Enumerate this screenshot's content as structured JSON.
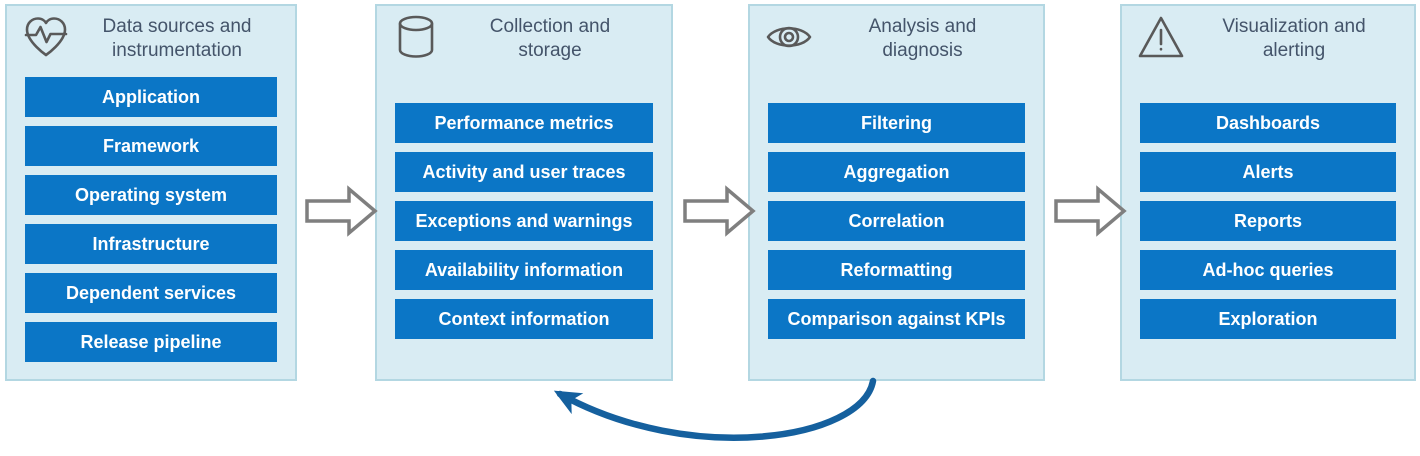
{
  "diagram": {
    "columns": [
      {
        "id": "data-sources",
        "icon": "heart-pulse-icon",
        "title_line1": "Data sources and",
        "title_line2": "instrumentation",
        "items": [
          "Application",
          "Framework",
          "Operating system",
          "Infrastructure",
          "Dependent services",
          "Release pipeline"
        ]
      },
      {
        "id": "collection-storage",
        "icon": "database-icon",
        "title_line1": "Collection and",
        "title_line2": "storage",
        "items": [
          "Performance metrics",
          "Activity and user traces",
          "Exceptions and warnings",
          "Availability information",
          "Context information"
        ]
      },
      {
        "id": "analysis-diagnosis",
        "icon": "eye-icon",
        "title_line1": "Analysis and",
        "title_line2": "diagnosis",
        "items": [
          "Filtering",
          "Aggregation",
          "Correlation",
          "Reformatting",
          "Comparison against KPIs"
        ]
      },
      {
        "id": "visualization-alerting",
        "icon": "warning-triangle-icon",
        "title_line1": "Visualization and",
        "title_line2": "alerting",
        "items": [
          "Dashboards",
          "Alerts",
          "Reports",
          "Ad-hoc queries",
          "Exploration"
        ]
      }
    ],
    "connectors": {
      "flow_arrow_count": 3,
      "feedback_arrow": "analysis-to-collection-loop"
    },
    "colors": {
      "panel_bg": "#d9ecf3",
      "panel_border": "#b3d7e2",
      "item_bg": "#0b76c6",
      "item_text": "#ffffff",
      "heading_text": "#44546a",
      "flow_arrow_outline": "#7f7f7f",
      "feedback_arrow": "#15609e",
      "icon_stroke": "#595959"
    }
  }
}
